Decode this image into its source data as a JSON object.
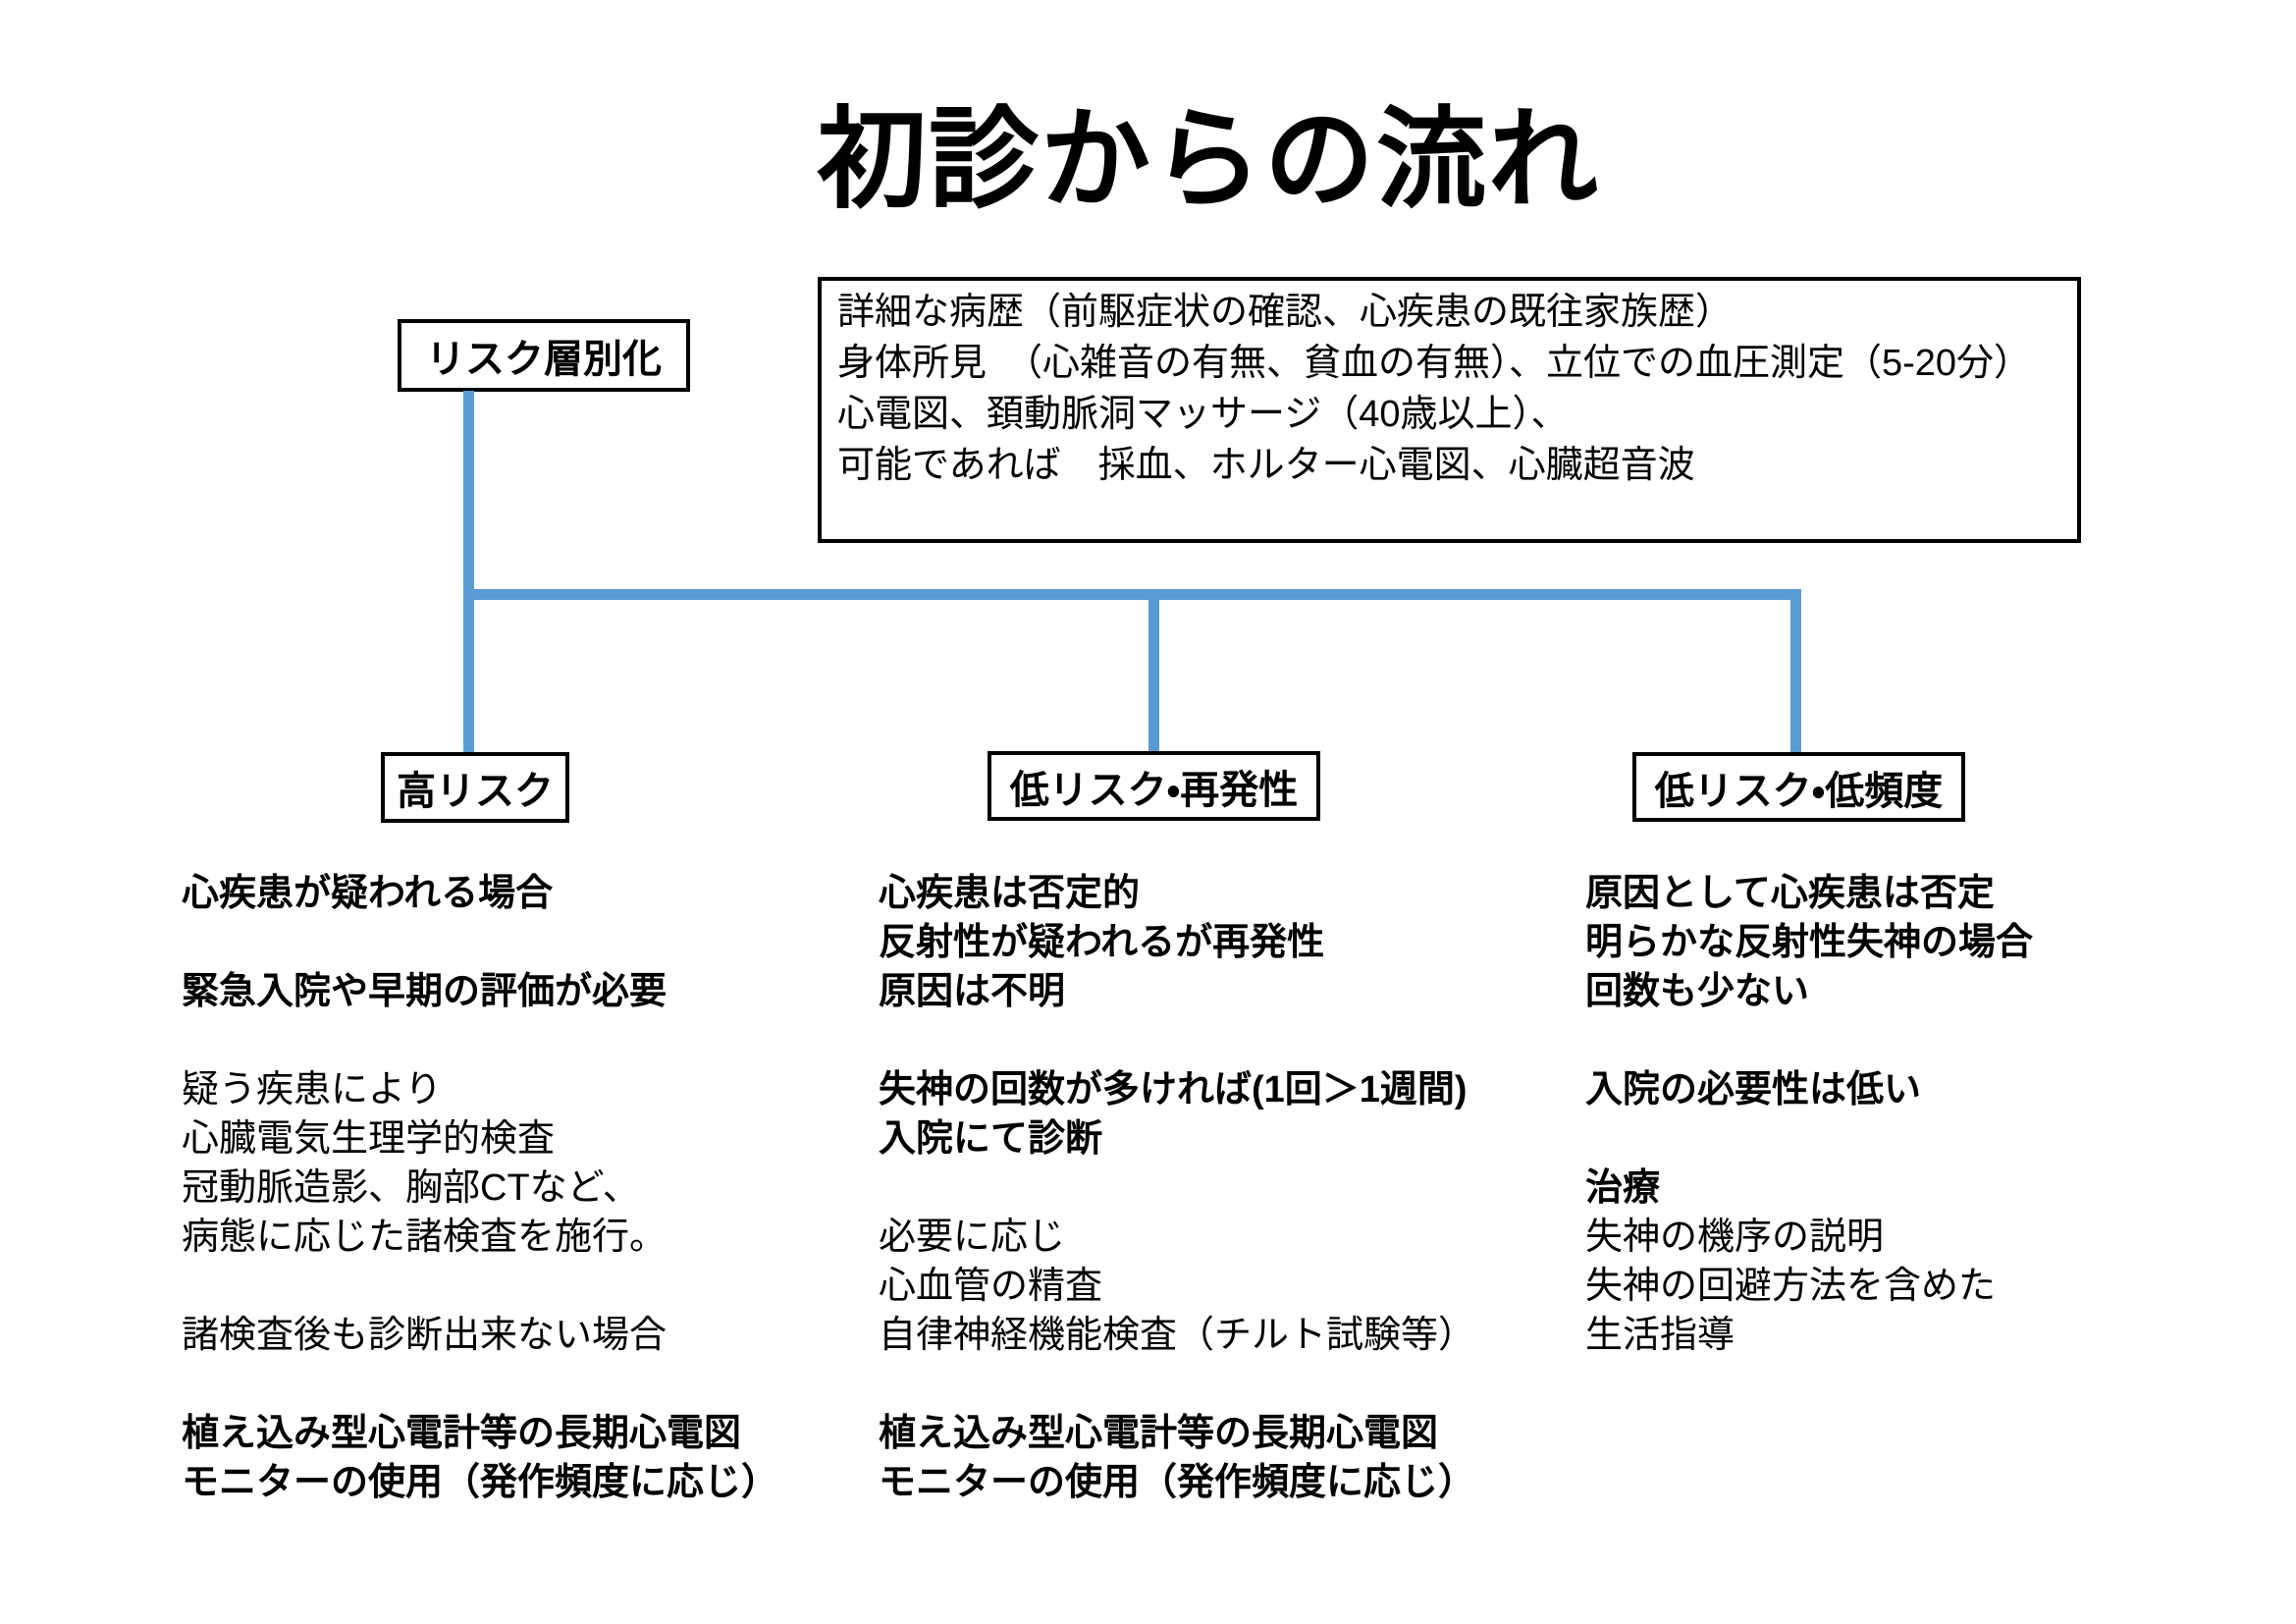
{
  "title": "初診からの流れ",
  "colors": {
    "connector_blue": "#5B9BD5",
    "box_border": "#000000",
    "text": "#000000",
    "background": "#FFFFFF"
  },
  "risk_stratification_box": {
    "label": "リスク層別化"
  },
  "initial_workup_box": {
    "lines": [
      {
        "text": "詳細な病歴（前駆症状の確認、心疾患の既往家族歴）",
        "bold": false
      },
      {
        "text": "身体所見　（心雑音の有無、貧血の有無）、立位での血圧測定（5-20分）",
        "bold": false
      },
      {
        "text": "心電図、頚動脈洞マッサージ（40歳以上）、",
        "bold": false
      },
      {
        "text": "可能であれば　採血、ホルター心電図、心臓超音波",
        "bold": false
      }
    ]
  },
  "branches": [
    {
      "label": "高リスク",
      "lines": [
        {
          "text": "心疾患が疑われる場合",
          "bold": true
        },
        {
          "text": "",
          "bold": false
        },
        {
          "text": "緊急入院や早期の評価が必要",
          "bold": true
        },
        {
          "text": "",
          "bold": false
        },
        {
          "text": "疑う疾患により",
          "bold": false
        },
        {
          "text": "心臓電気生理学的検査",
          "bold": false
        },
        {
          "text": "冠動脈造影、胸部CTなど、",
          "bold": false
        },
        {
          "text": "病態に応じた諸検査を施行。",
          "bold": false
        },
        {
          "text": "",
          "bold": false
        },
        {
          "text": "諸検査後も診断出来ない場合",
          "bold": false
        },
        {
          "text": "",
          "bold": false
        },
        {
          "text": "植え込み型心電計等の長期心電図",
          "bold": true
        },
        {
          "text": "モニターの使用（発作頻度に応じ）",
          "bold": true
        }
      ]
    },
    {
      "label": "低リスク・再発性",
      "lines": [
        {
          "text": "心疾患は否定的",
          "bold": true
        },
        {
          "text": "反射性が疑われるが再発性",
          "bold": true
        },
        {
          "text": "原因は不明",
          "bold": true
        },
        {
          "text": "",
          "bold": false
        },
        {
          "text": "失神の回数が多ければ(1回＞1週間)",
          "bold": true
        },
        {
          "text": "入院にて診断",
          "bold": true
        },
        {
          "text": "",
          "bold": false
        },
        {
          "text": "必要に応じ",
          "bold": false
        },
        {
          "text": "心血管の精査",
          "bold": false
        },
        {
          "text": "自律神経機能検査（チルト試験等）",
          "bold": false
        },
        {
          "text": "",
          "bold": false
        },
        {
          "text": "植え込み型心電計等の長期心電図",
          "bold": true
        },
        {
          "text": "モニターの使用（発作頻度に応じ）",
          "bold": true
        }
      ]
    },
    {
      "label": "低リスク・低頻度",
      "lines": [
        {
          "text": "原因として心疾患は否定",
          "bold": true
        },
        {
          "text": "明らかな反射性失神の場合",
          "bold": true
        },
        {
          "text": "回数も少ない",
          "bold": true
        },
        {
          "text": "",
          "bold": false
        },
        {
          "text": "入院の必要性は低い",
          "bold": true
        },
        {
          "text": "",
          "bold": false
        },
        {
          "text": "治療",
          "bold": true
        },
        {
          "text": "失神の機序の説明",
          "bold": false
        },
        {
          "text": "失神の回避方法を含めた",
          "bold": false
        },
        {
          "text": "生活指導",
          "bold": false
        }
      ]
    }
  ]
}
